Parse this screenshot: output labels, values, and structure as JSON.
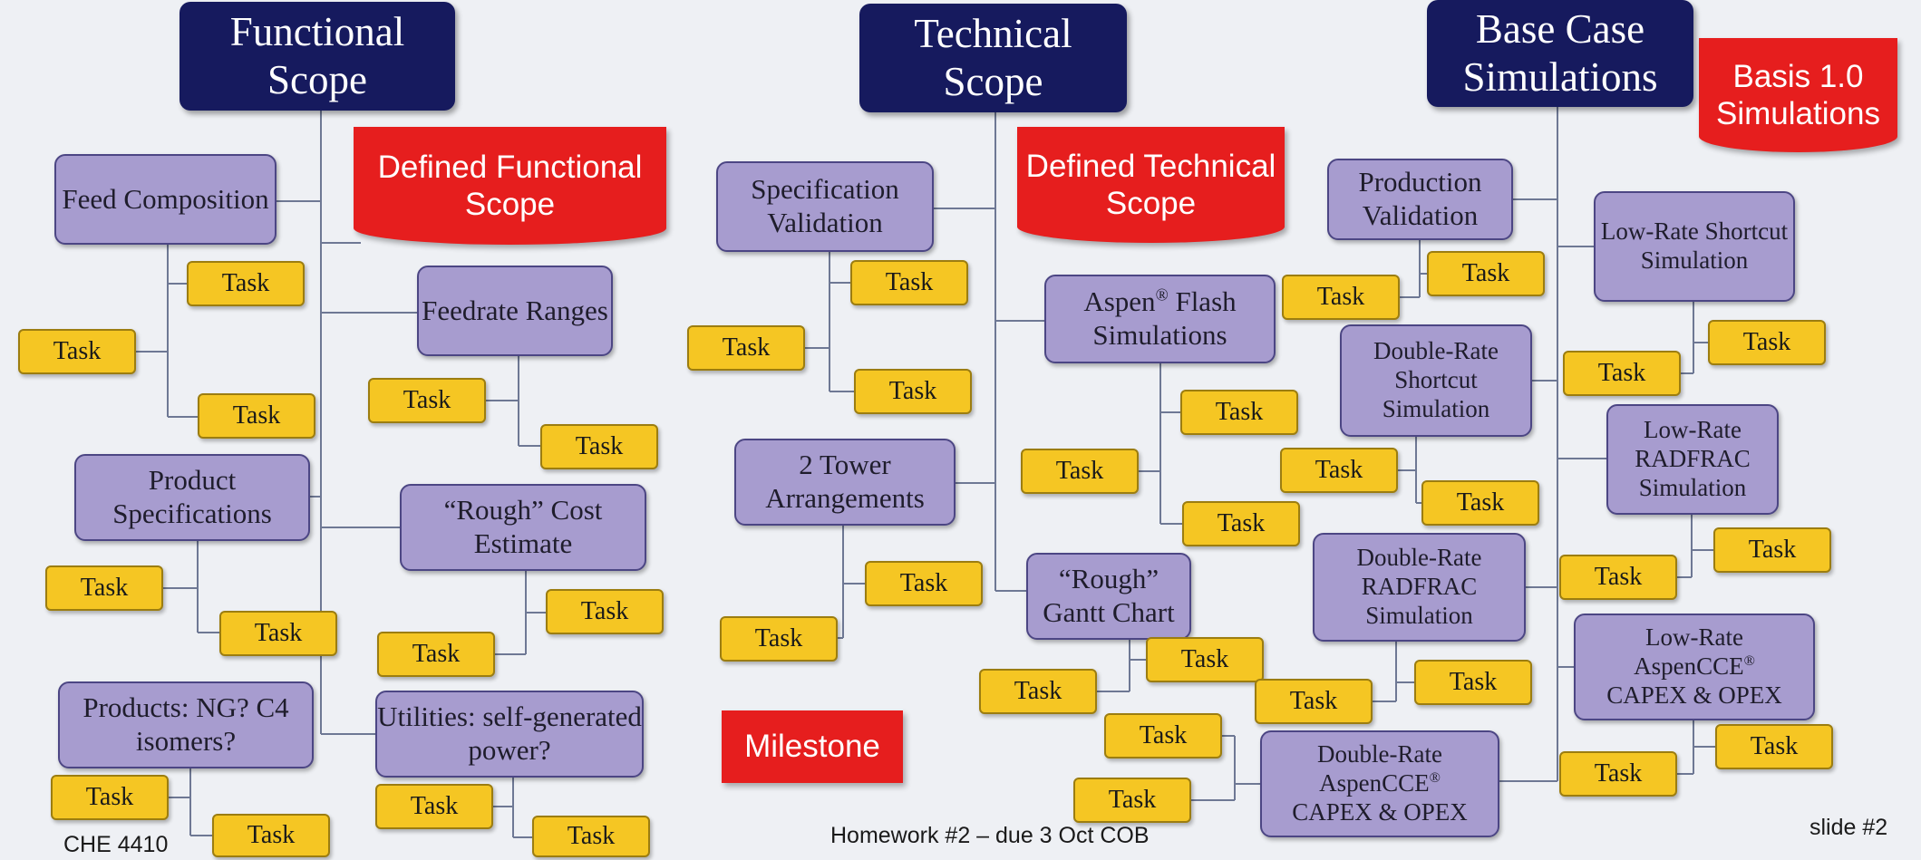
{
  "headers": {
    "functional": "Functional Scope",
    "technical": "Technical Scope",
    "base_case": "Base Case Simulations"
  },
  "banners": {
    "defined_functional": "Defined Functional Scope",
    "defined_technical": "Defined Technical Scope",
    "basis": "Basis 1.0 Simulations",
    "milestone": "Milestone"
  },
  "nodes": {
    "feed_composition": "Feed Composition",
    "feedrate_ranges": "Feedrate Ranges",
    "product_specifications": "Product Specifications",
    "rough_cost_estimate": "“Rough” Cost Estimate",
    "products_ng": "Products: NG? C4 isomers?",
    "utilities": "Utilities: self-generated power?",
    "specification_validation": "Specification Validation",
    "two_tower": "2 Tower Arrangements",
    "aspen_flash": "Aspen",
    "aspen_flash_mark": "®",
    "aspen_flash_rest": " Flash Simulations",
    "rough_gantt": "“Rough” Gantt Chart",
    "production_validation": "Production Validation",
    "double_rate_shortcut": "Double-Rate Shortcut Simulation",
    "double_rate_radfrac": "Double-Rate RADFRAC Simulation",
    "double_rate_aspencce_a": "Double-Rate",
    "double_rate_aspencce_b": "AspenCCE",
    "double_rate_aspencce_mark": "®",
    "double_rate_aspencce_c": "CAPEX & OPEX",
    "low_rate_shortcut": "Low-Rate Shortcut Simulation",
    "low_rate_radfrac": "Low-Rate RADFRAC Simulation",
    "low_rate_aspencce_a": "Low-Rate",
    "low_rate_aspencce_b": "AspenCCE",
    "low_rate_aspencce_mark": "®",
    "low_rate_aspencce_c": "CAPEX & OPEX"
  },
  "task_label": "Task",
  "footer": {
    "course": "CHE 4410",
    "homework": "Homework #2 – due 3 Oct COB",
    "slide": "slide #2"
  },
  "colors": {
    "header": "#161a5e",
    "banner": "#e61e1e",
    "node": "#a79ccf",
    "task": "#f5c623",
    "connector": "#6e7894"
  }
}
